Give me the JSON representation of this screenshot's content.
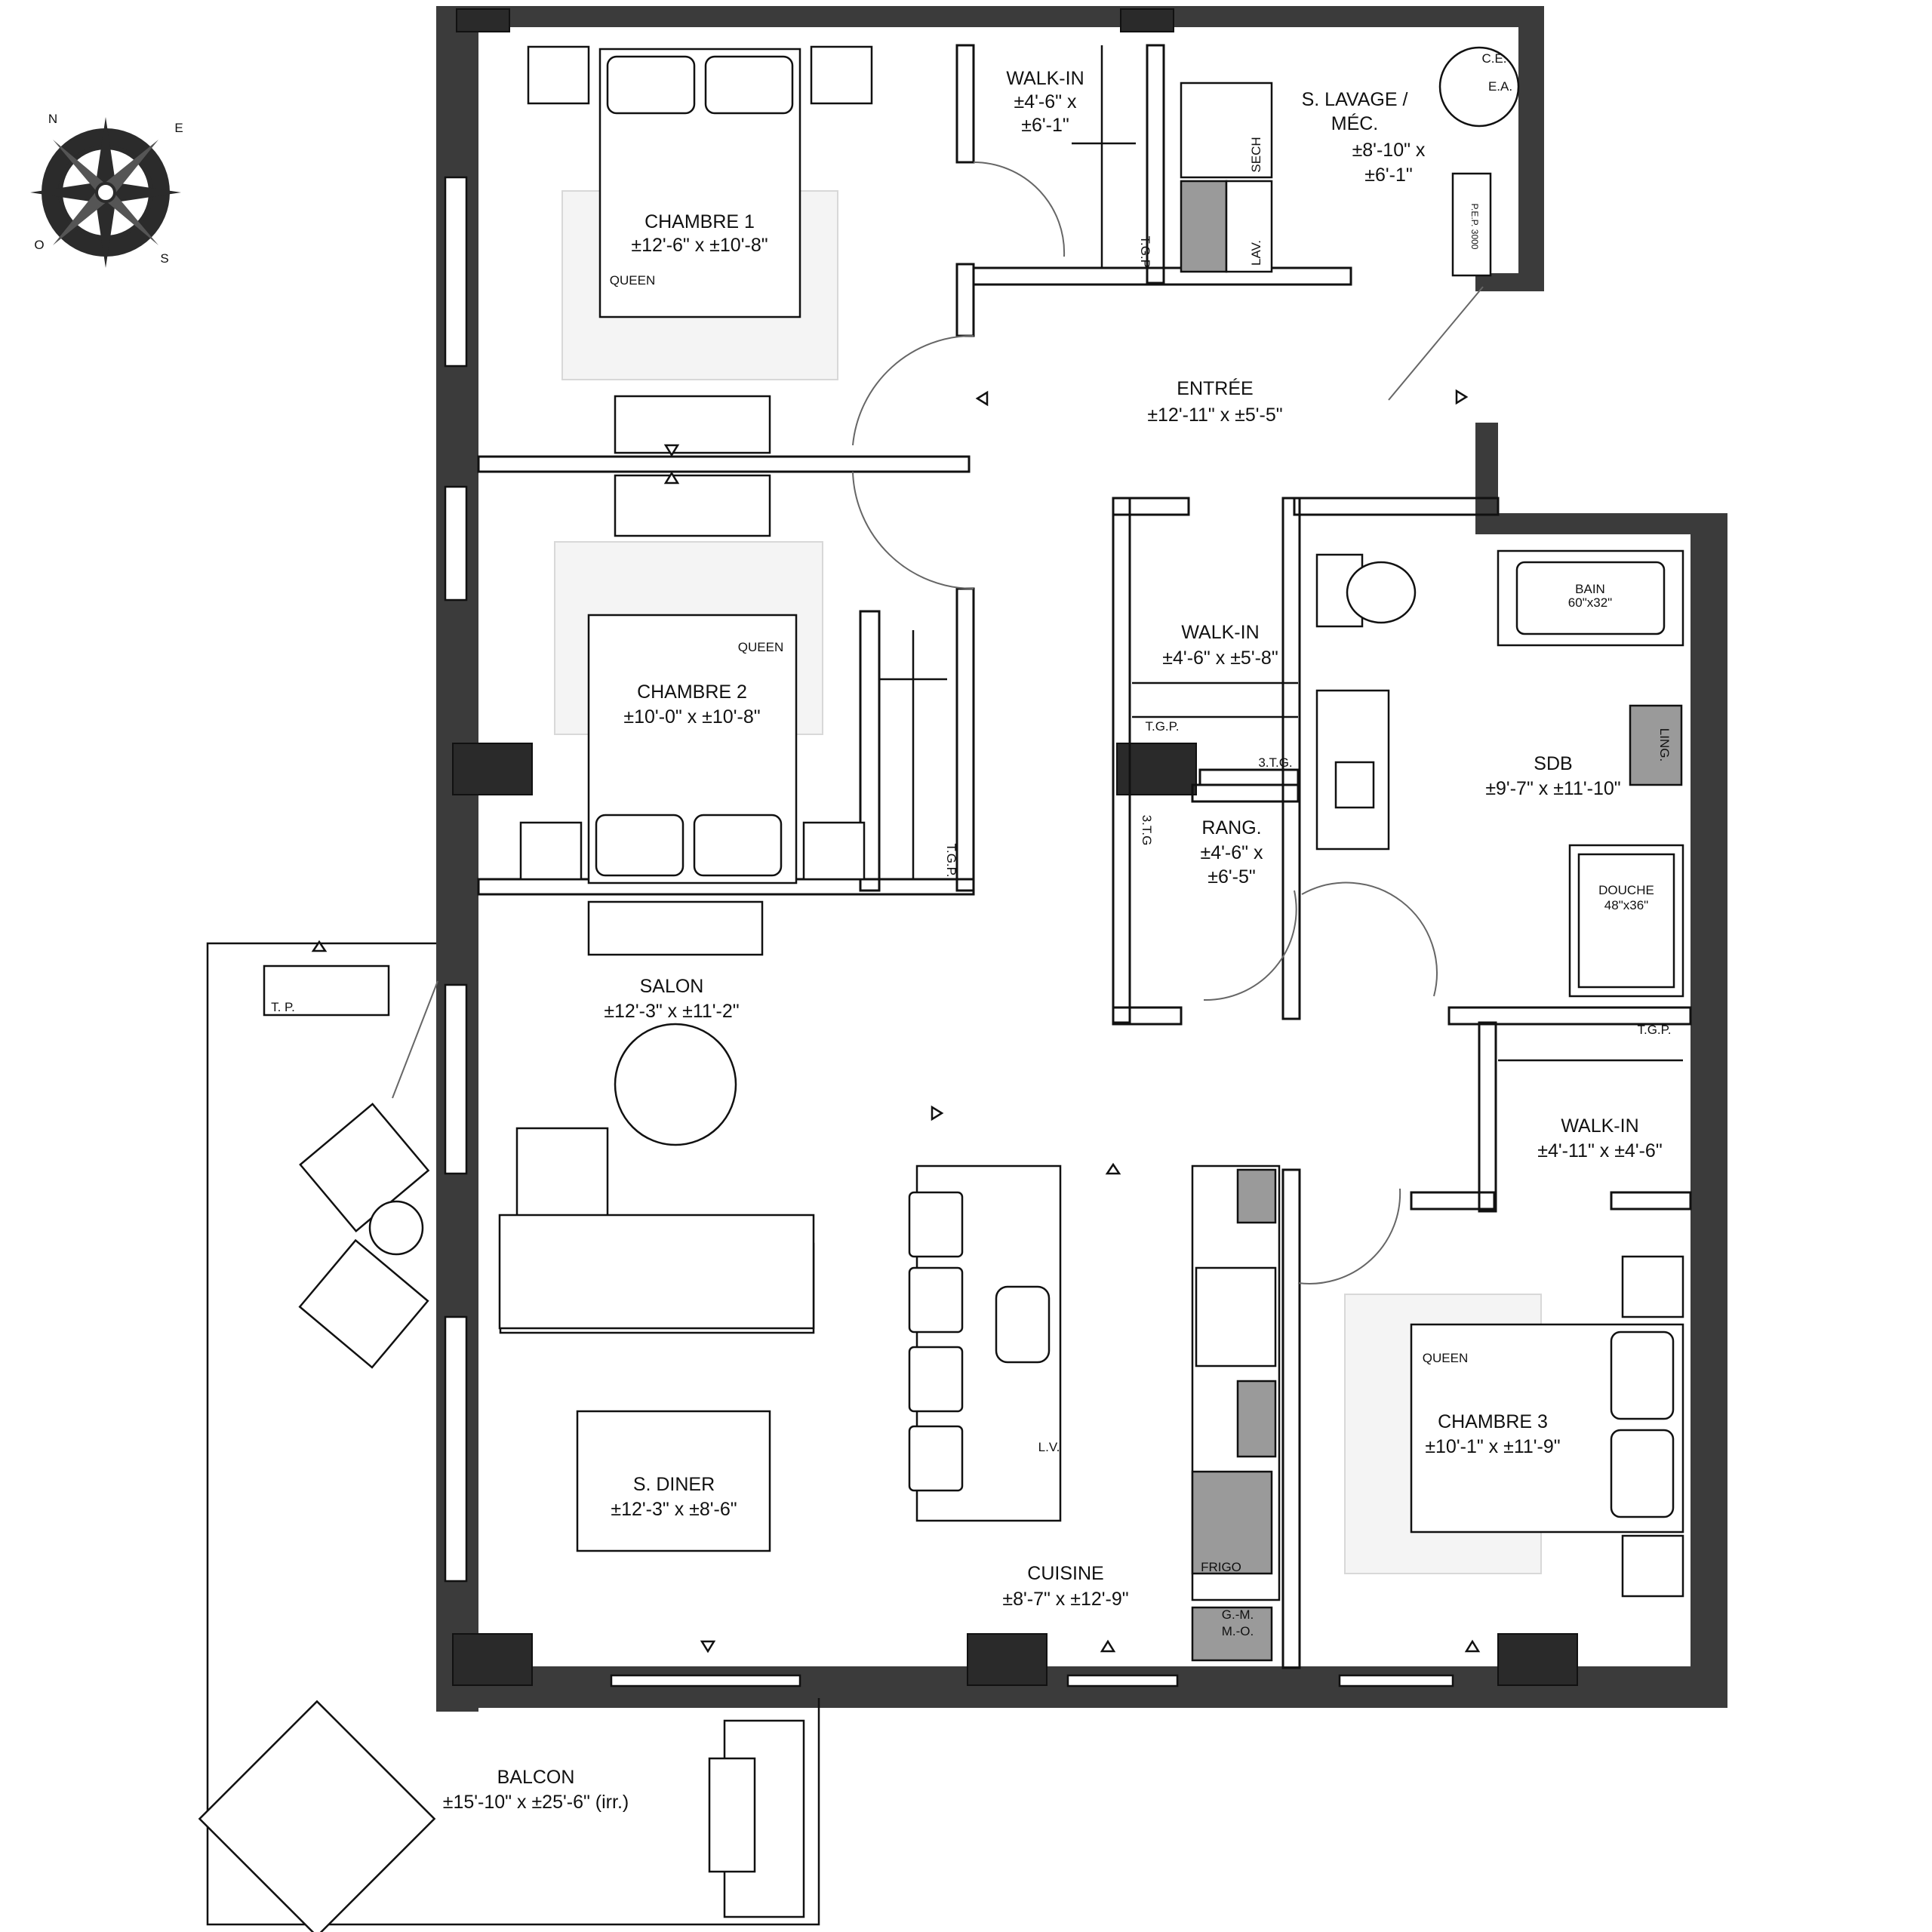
{
  "rooms": {
    "chambre1": {
      "name": "CHAMBRE 1",
      "dims": "±12'-6\" x ±10'-8\""
    },
    "walkin1": {
      "name": "WALK-IN",
      "dims1": "±4'-6\" x",
      "dims2": "±6'-1\""
    },
    "lavage": {
      "name1": "S. LAVAGE /",
      "name2": "MÉC.",
      "dims1": "±8'-10\" x",
      "dims2": "±6'-1\""
    },
    "entree": {
      "name": "ENTRÉE",
      "dims": "±12'-11\" x ±5'-5\""
    },
    "chambre2": {
      "name": "CHAMBRE 2",
      "dims": "±10'-0\" x ±10'-8\""
    },
    "walkin2": {
      "name": "WALK-IN",
      "dims": "±4'-6\" x ±5'-8\""
    },
    "rang": {
      "name": "RANG.",
      "dims1": "±4'-6\" x",
      "dims2": "±6'-5\""
    },
    "sdb": {
      "name": "SDB",
      "dims": "±9'-7\" x ±11'-10\""
    },
    "walkin3": {
      "name": "WALK-IN",
      "dims": "±4'-11\" x ±4'-6\""
    },
    "salon": {
      "name": "SALON",
      "dims": "±12'-3\" x ±11'-2\""
    },
    "diner": {
      "name": "S. DINER",
      "dims": "±12'-3\" x ±8'-6\""
    },
    "cuisine": {
      "name": "CUISINE",
      "dims": "±8'-7\" x ±12'-9\""
    },
    "chambre3": {
      "name": "CHAMBRE 3",
      "dims": "±10'-1\" x ±11'-9\""
    },
    "balcon": {
      "name": "BALCON",
      "dims": "±15'-10\" x ±25'-6\" (irr.)"
    }
  },
  "fixtures": {
    "queen": "QUEEN",
    "tgp": "T.G.P.",
    "sech": "SECH",
    "lav": "LAV.",
    "ce": "C.E.",
    "ea": "E.A.",
    "pep": "P.E.P. 3000",
    "bain": "BAIN",
    "bain_size": "60\"x32\"",
    "ling": "LING.",
    "douche": "DOUCHE",
    "douche_size": "48\"x36\"",
    "tg3": "3.T.G.",
    "tg3v": "3.T.G",
    "tp": "T. P.",
    "lv": "L.V.",
    "frigo": "FRIGO",
    "gm": "G.-M.",
    "mo": "M.-O."
  },
  "compass": {
    "n": "N",
    "e": "E",
    "s": "S",
    "o": "O"
  },
  "colors": {
    "wall": "#3b3b3b",
    "pillar": "#2a2a2a",
    "appliance": "#9a9a9a",
    "rug": "#f4f4f4"
  }
}
